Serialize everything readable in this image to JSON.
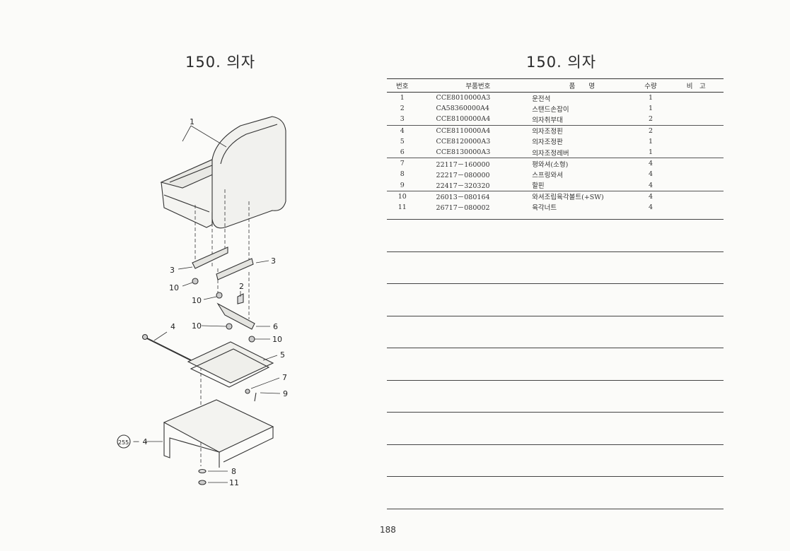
{
  "left_title": "150. 의자",
  "right_title": "150. 의자",
  "table": {
    "headers": {
      "no": "번호",
      "part_no": "부품번호",
      "name": "품　　명",
      "qty": "수량",
      "remarks": "비　고"
    },
    "rows": [
      {
        "no": "1",
        "part_no": "CCE8010000A3",
        "name": "운전석",
        "qty": "1"
      },
      {
        "no": "2",
        "part_no": "CA58360000A4",
        "name": "스탠드손잡이",
        "qty": "1"
      },
      {
        "no": "3",
        "part_no": "CCE8100000A4",
        "name": "의자취부대",
        "qty": "2"
      },
      {
        "no": "4",
        "part_no": "CCE8110000A4",
        "name": "의자조정핀",
        "qty": "2"
      },
      {
        "no": "5",
        "part_no": "CCE8120000A3",
        "name": "의자조정판",
        "qty": "1"
      },
      {
        "no": "6",
        "part_no": "CCE8130000A3",
        "name": "의자조정레버",
        "qty": "1"
      },
      {
        "no": "7",
        "part_no": "22117－160000",
        "name": "평와셔(소형)",
        "qty": "4"
      },
      {
        "no": "8",
        "part_no": "22217－080000",
        "name": "스프링와셔",
        "qty": "4"
      },
      {
        "no": "9",
        "part_no": "22417－320320",
        "name": "할핀",
        "qty": "4"
      },
      {
        "no": "10",
        "part_no": "26013－080164",
        "name": "와셔조립육각볼트(+SW)",
        "qty": "4"
      },
      {
        "no": "11",
        "part_no": "26717－080002",
        "name": "육각너트",
        "qty": "4"
      }
    ]
  },
  "diagram": {
    "callouts": {
      "c1": "1",
      "c3a": "3",
      "c3b": "3",
      "c10a": "10",
      "c10b": "10",
      "c2": "2",
      "c10c": "10",
      "c6": "6",
      "c4": "4",
      "c10d": "10",
      "c5": "5",
      "c7": "7",
      "c9": "9",
      "c255": "255",
      "c255b": "－ 4",
      "c8": "8",
      "c11": "11"
    }
  },
  "page_number": "188"
}
